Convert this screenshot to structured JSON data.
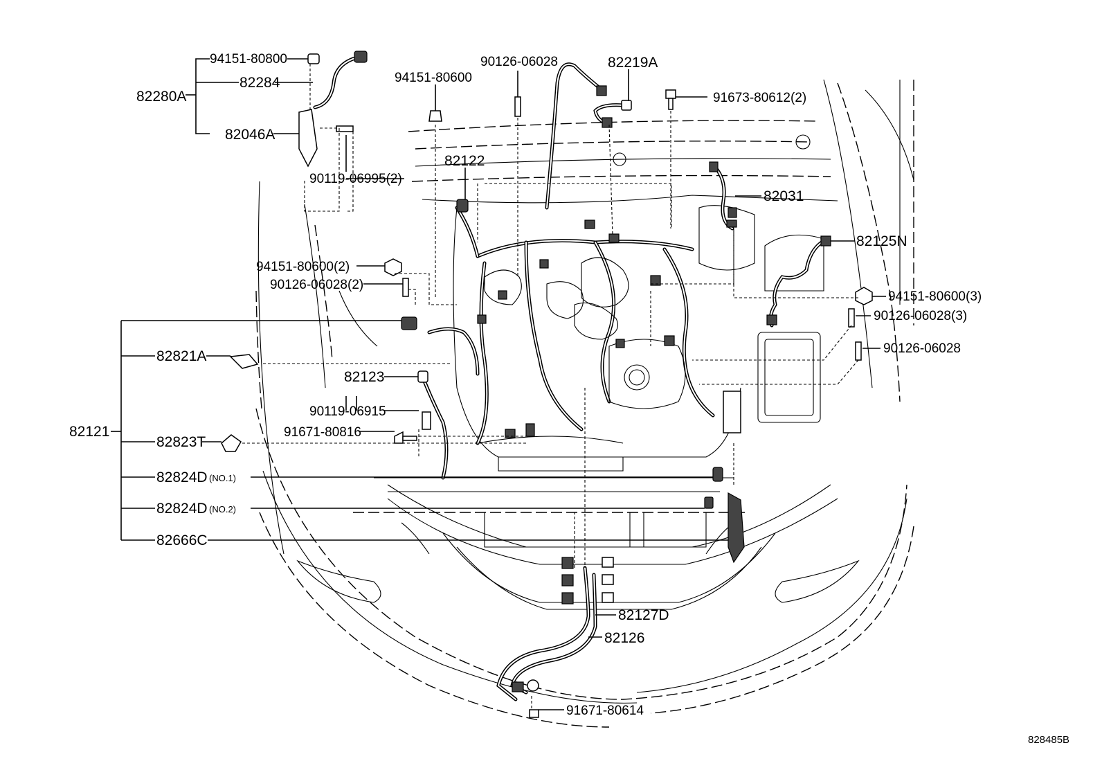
{
  "labels": {
    "l94151_80800": "94151-80800",
    "l82284": "82284",
    "l82280A": "82280A",
    "l82046A": "82046A",
    "l90119_06995_2": "90119-06995(2)",
    "l94151_80600": "94151-80600",
    "l90126_06028_top": "90126-06028",
    "l82219A": "82219A",
    "l91673_80612_2": "91673-80612(2)",
    "l82122": "82122",
    "l82031": "82031",
    "l82125N": "82125N",
    "l94151_80600_2": "94151-80600(2)",
    "l90126_06028_2": "90126-06028(2)",
    "l94151_80600_3": "94151-80600(3)",
    "l90126_06028_3": "90126-06028(3)",
    "l90126_06028_right": "90126-06028",
    "l82821A": "82821A",
    "l82123": "82123",
    "l90119_06915": "90119-06915",
    "l82121": "82121",
    "l91671_80816": "91671-80816",
    "l82823T": "82823T",
    "l82824D_1": "82824D",
    "l82824D_1_sub": "(NO.1)",
    "l82824D_2": "82824D",
    "l82824D_2_sub": "(NO.2)",
    "l82666C": "82666C",
    "l82127D": "82127D",
    "l82126": "82126",
    "l91671_80614": "91671-80614",
    "diagram_code": "828485B"
  }
}
